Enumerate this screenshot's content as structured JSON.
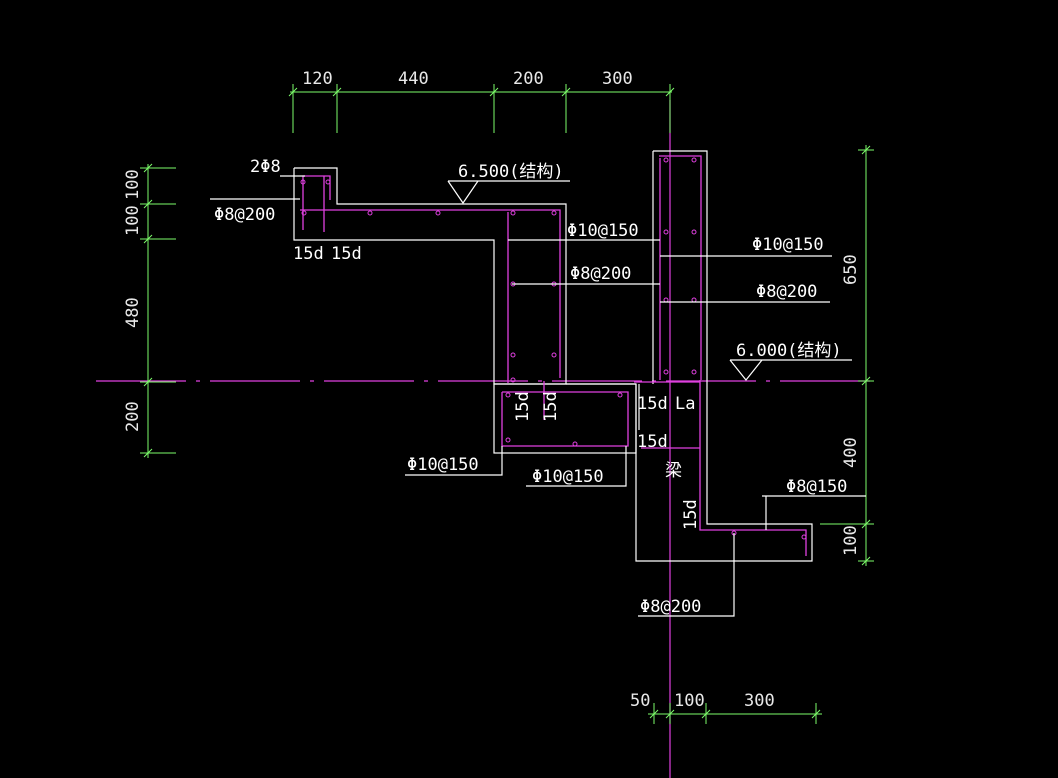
{
  "top_dims": [
    "120",
    "440",
    "200",
    "300"
  ],
  "left_dims": [
    "100",
    "100",
    "480",
    "200"
  ],
  "right_dims": [
    "650",
    "400",
    "100"
  ],
  "bottom_dims": [
    "50",
    "100",
    "300"
  ],
  "elevations": {
    "upper": "6.500(结构)",
    "lower": "6.000(结构)"
  },
  "rebar_labels": {
    "top_bars": "2Φ8",
    "slab_dist": "Φ8@200",
    "wall_left_main": "Φ10@150",
    "wall_left_dist": "Φ8@200",
    "col_main": "Φ10@150",
    "col_dist": "Φ8@200",
    "beam_a": "Φ10@150",
    "beam_b": "Φ10@150",
    "slab_right": "Φ8@150",
    "bottom_dist": "Φ8@200"
  },
  "anchor_labels": {
    "a1": "15d",
    "a2": "15d",
    "a3": "15d",
    "a4": "15d",
    "a5": "15d",
    "la": "La",
    "a6": "15d",
    "a7": "15d"
  },
  "beam_mark": "梁"
}
